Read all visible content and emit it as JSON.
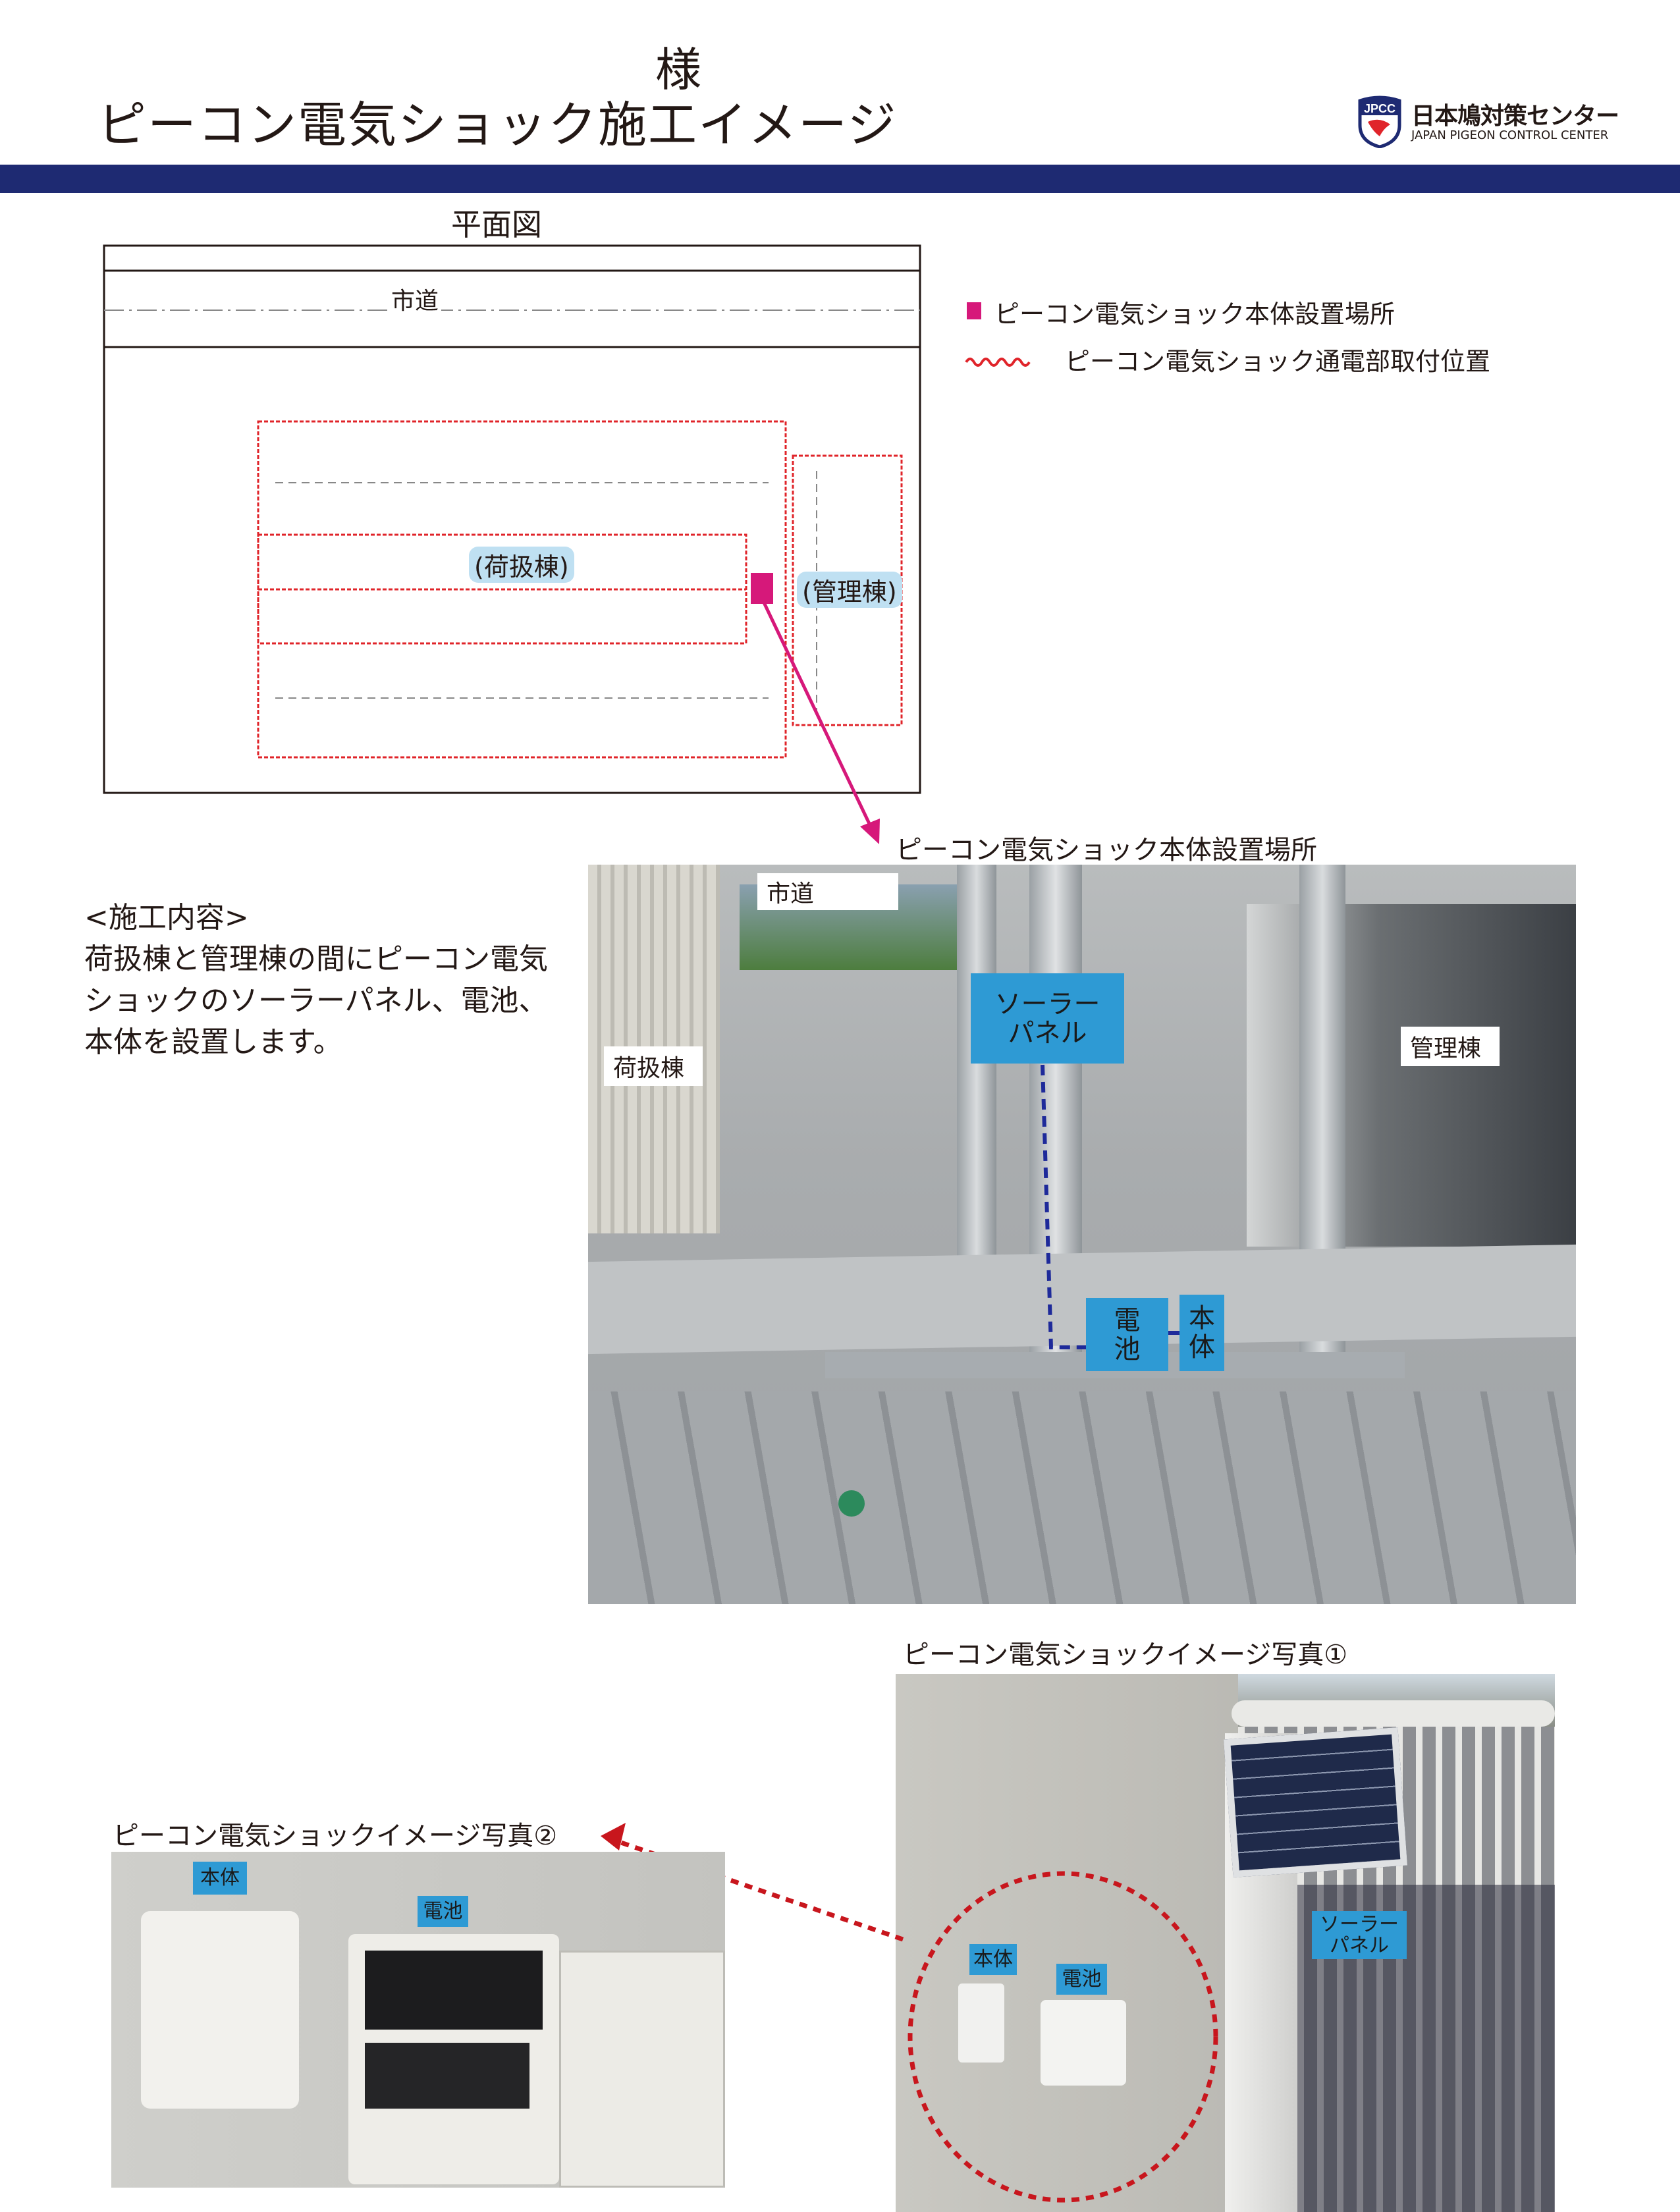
{
  "header": {
    "honorific": "様",
    "title": "ピーコン電気ショック施工イメージ",
    "band_color": "#1e2a72"
  },
  "logo": {
    "badge": "JPCC",
    "name": "日本鳩対策センター",
    "sub": "JAPAN PIGEON CONTROL CENTER"
  },
  "plan": {
    "title": "平面図",
    "road": "市道",
    "building_a": "(荷扱棟)",
    "building_b": "(管理棟)"
  },
  "legend": {
    "items": [
      {
        "label": "ピーコン電気ショック本体設置場所",
        "color": "#d6187a",
        "icon": "square-marker"
      },
      {
        "label": "ピーコン電気ショック通電部取付位置",
        "color": "#e0242a",
        "icon": "wavy-line"
      }
    ]
  },
  "content": {
    "heading": "<施工内容>",
    "lines": [
      "荷扱棟と管理棟の間にピーコン電気",
      "ショックのソーラーパネル、電池、",
      "本体を設置します。"
    ]
  },
  "photo1": {
    "caption": "ピーコン電気ショック本体設置場所",
    "road": "市道",
    "building_a": "荷扱棟",
    "building_b": "管理棟",
    "solar": [
      "ソーラー",
      "パネル"
    ],
    "battery": [
      "電",
      "池"
    ],
    "unit": [
      "本",
      "体"
    ]
  },
  "photo_image1": {
    "caption": "ピーコン電気ショックイメージ写真①",
    "unit": "本体",
    "battery": "電池",
    "solar": [
      "ソーラー",
      "パネル"
    ]
  },
  "photo_image2": {
    "caption": "ピーコン電気ショックイメージ写真②",
    "unit": "本体",
    "battery": "電池"
  },
  "colors": {
    "label_blue": "#2e9ad4",
    "accent_magenta": "#d6187a",
    "accent_red": "#e0242a"
  }
}
